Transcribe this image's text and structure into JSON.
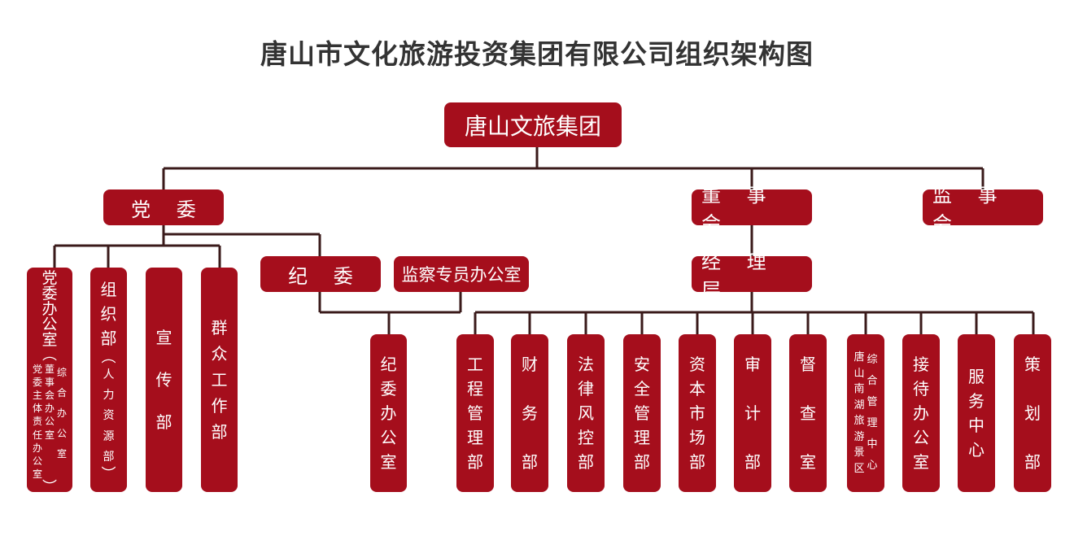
{
  "title": "唐山市文化旅游投资集团有限公司组织架构图",
  "colors": {
    "box": "#a50e1c",
    "line": "#3a1a1a",
    "title": "#333333"
  },
  "root": "唐山文旅集团",
  "level1": {
    "party": "党 委",
    "board": "董 事 会",
    "supervisors": "监 事 会"
  },
  "party_branch": {
    "discipline": "纪 委",
    "supervision_office": "监察专员办公室",
    "departments": {
      "party_office": {
        "main": "党委办公室",
        "sub_a": "党委主体责任办公室",
        "sub_b": "董事会办公室",
        "sub_c": "综合办公室"
      },
      "org_dept": {
        "main": "组织部",
        "sub": "人力资源部"
      },
      "publicity": "宣传部",
      "mass_work": "群众工作部"
    },
    "discipline_office": "纪委办公室"
  },
  "management": "经 理 层",
  "management_departments": [
    "工程管理部",
    "财务部",
    "法律风控部",
    "安全管理部",
    "资本市场部",
    "审计部",
    "督查室",
    {
      "main": "综合管理中心",
      "sub": "唐山南湖旅游景区"
    },
    "接待办公室",
    "服务中心",
    "策划部"
  ]
}
